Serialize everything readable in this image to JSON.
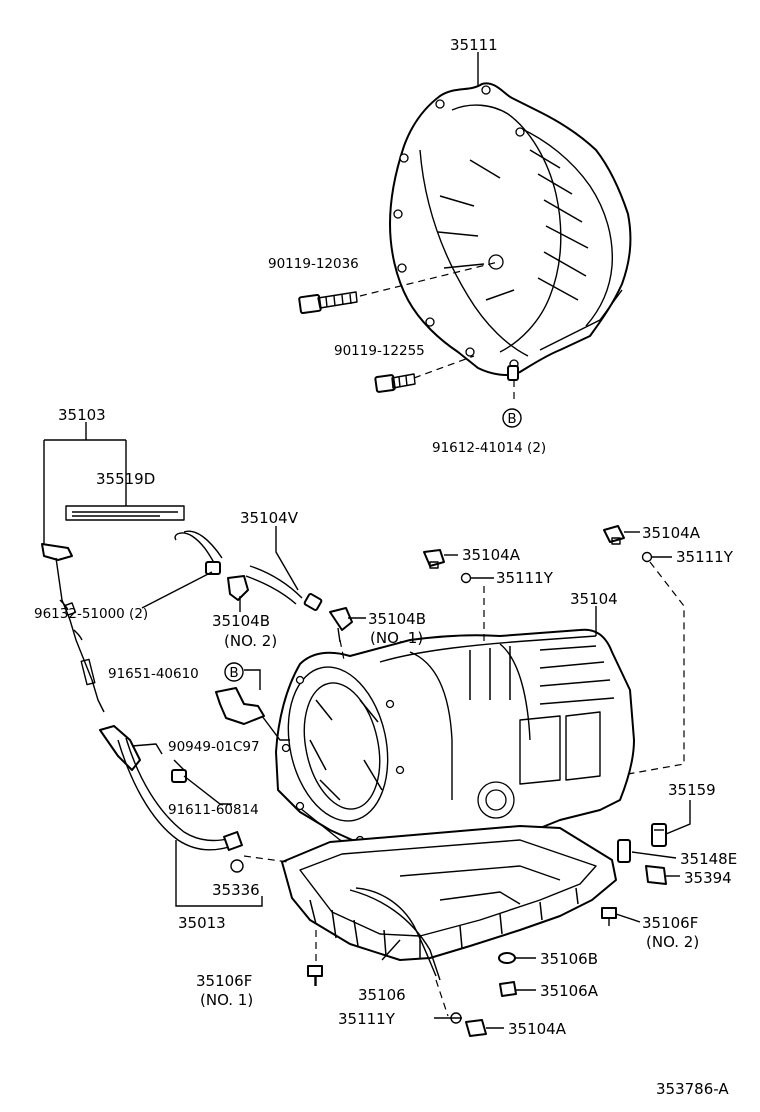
{
  "diagram": {
    "part_labels": [
      {
        "id": "p1",
        "text": "35111"
      },
      {
        "id": "p2",
        "text": "90119-12036"
      },
      {
        "id": "p3",
        "text": "90119-12255"
      },
      {
        "id": "p4",
        "text": "91612-41014 (2)"
      },
      {
        "id": "p5",
        "text": "35103"
      },
      {
        "id": "p6",
        "text": "35519D"
      },
      {
        "id": "p7",
        "text": "35104V"
      },
      {
        "id": "p8",
        "text": "35104A"
      },
      {
        "id": "p9",
        "text": "35111Y"
      },
      {
        "id": "p10",
        "text": "35104A"
      },
      {
        "id": "p11",
        "text": "35111Y"
      },
      {
        "id": "p12",
        "text": "96132-51000 (2)"
      },
      {
        "id": "p13",
        "text": "35104B"
      },
      {
        "id": "p14",
        "text": "(NO. 2)"
      },
      {
        "id": "p15",
        "text": "35104B"
      },
      {
        "id": "p16",
        "text": "(NO. 1)"
      },
      {
        "id": "p17",
        "text": "35104"
      },
      {
        "id": "p18",
        "text": "91651-40610"
      },
      {
        "id": "p19",
        "text": "90949-01C97"
      },
      {
        "id": "p20",
        "text": "91611-60814"
      },
      {
        "id": "p21",
        "text": "35159"
      },
      {
        "id": "p22",
        "text": "35148E"
      },
      {
        "id": "p23",
        "text": "35394"
      },
      {
        "id": "p24",
        "text": "35336"
      },
      {
        "id": "p25",
        "text": "35013"
      },
      {
        "id": "p26",
        "text": "35106F"
      },
      {
        "id": "p27",
        "text": "(NO. 2)"
      },
      {
        "id": "p28",
        "text": "35106B"
      },
      {
        "id": "p29",
        "text": "35106A"
      },
      {
        "id": "p30",
        "text": "35106F"
      },
      {
        "id": "p31",
        "text": "(NO. 1)"
      },
      {
        "id": "p32",
        "text": "35106"
      },
      {
        "id": "p33",
        "text": "35111Y"
      },
      {
        "id": "p34",
        "text": "35104A"
      }
    ],
    "reference_marks": [
      {
        "id": "m1",
        "text": "B"
      },
      {
        "id": "m2",
        "text": "B"
      }
    ],
    "drawing_number": "353786-A"
  }
}
